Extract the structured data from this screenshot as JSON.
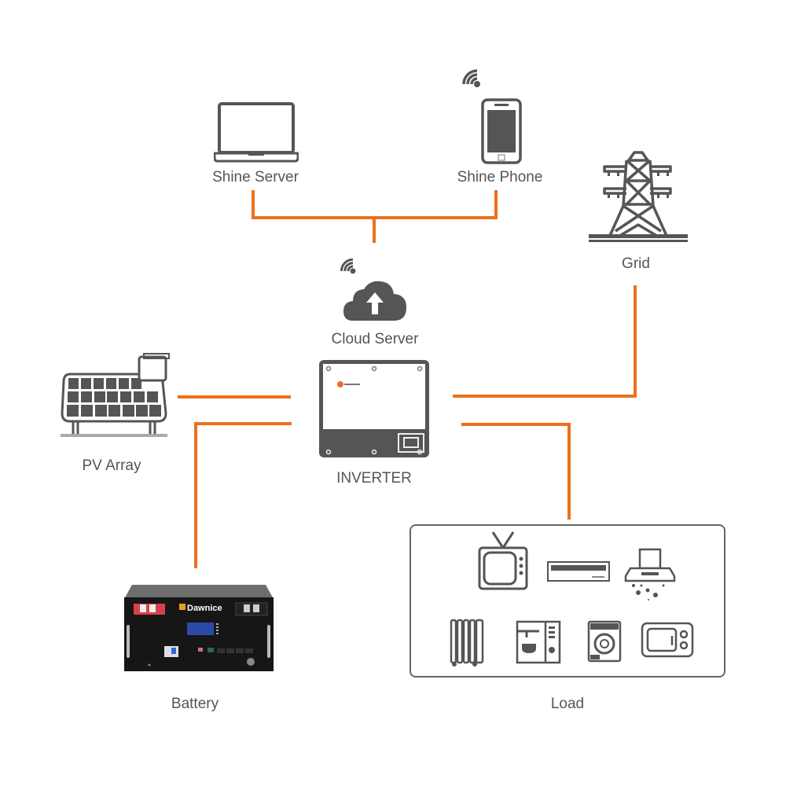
{
  "diagram": {
    "title": "Solar energy storage system topology",
    "accent_color": "#ee6f1c",
    "icon_color": "#555555",
    "nodes": {
      "shine_server": {
        "label": "Shine Server",
        "icon": "laptop-icon"
      },
      "shine_phone": {
        "label": "Shine Phone",
        "icon": "smartphone-icon",
        "badge_icon": "wifi-icon"
      },
      "cloud_server": {
        "label": "Cloud Server",
        "icon": "cloud-upload-icon",
        "badge_icon": "wifi-icon"
      },
      "grid": {
        "label": "Grid",
        "icon": "power-tower-icon"
      },
      "pv_array": {
        "label": "PV Array",
        "icon": "solar-panel-icon"
      },
      "inverter": {
        "label": "INVERTER",
        "icon": "inverter-icon"
      },
      "battery": {
        "label": "Battery",
        "icon": "battery-rack-icon",
        "brand": "Dawnice"
      },
      "load": {
        "label": "Load",
        "appliances": [
          "tv-icon",
          "air-conditioner-icon",
          "range-hood-icon",
          "oil-heater-icon",
          "coffee-machine-icon",
          "washing-machine-icon",
          "microwave-icon"
        ]
      }
    },
    "connections": [
      {
        "from": "shine_server",
        "to": "cloud_server"
      },
      {
        "from": "shine_phone",
        "to": "cloud_server"
      },
      {
        "from": "pv_array",
        "to": "inverter"
      },
      {
        "from": "battery",
        "to": "inverter"
      },
      {
        "from": "inverter",
        "to": "grid"
      },
      {
        "from": "inverter",
        "to": "load"
      }
    ]
  }
}
